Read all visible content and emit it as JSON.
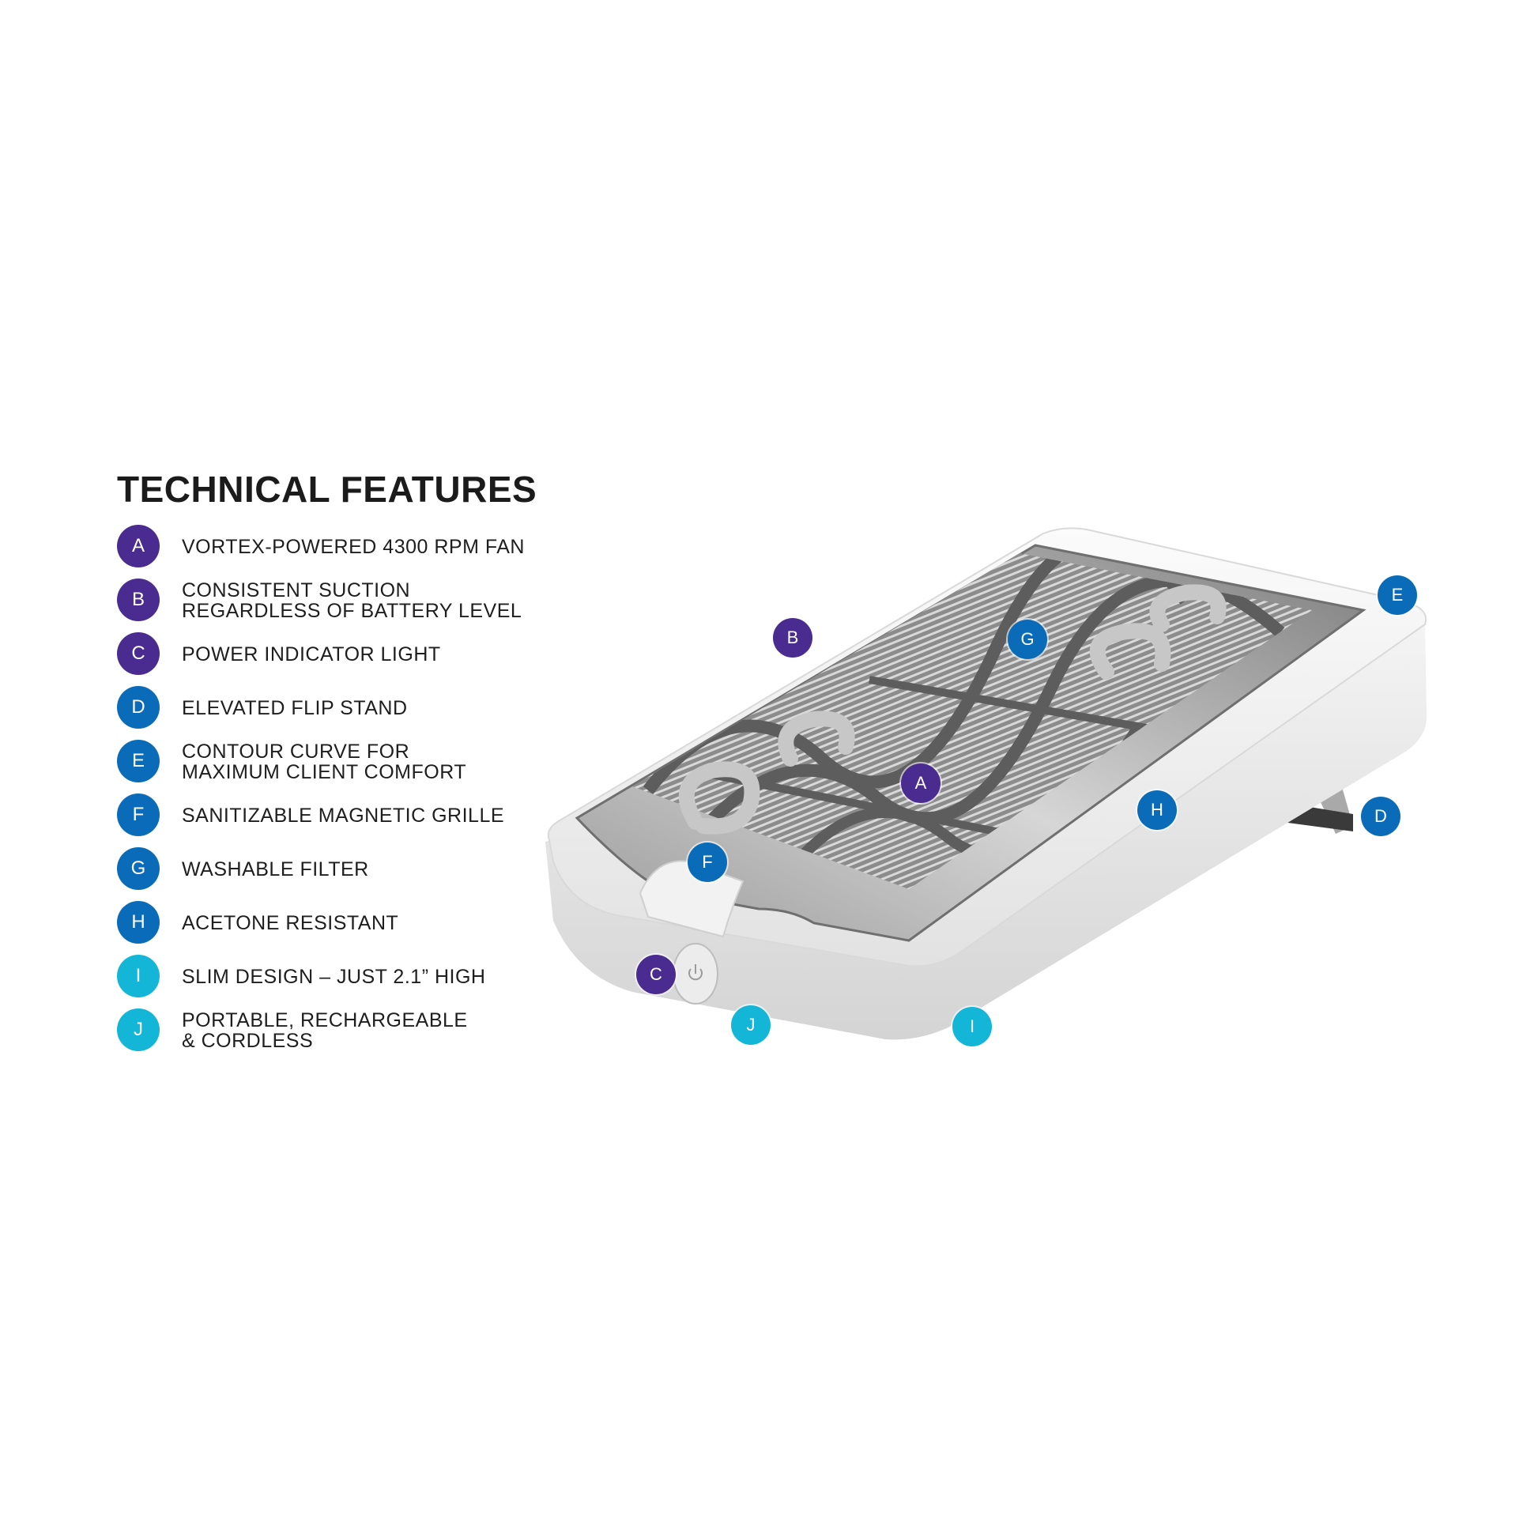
{
  "title": "TECHNICAL FEATURES",
  "colors": {
    "purple": "#4a2b8f",
    "blue": "#0a6cb8",
    "cyan": "#14b6d8"
  },
  "features": [
    {
      "letter": "A",
      "text": "VORTEX-POWERED 4300 RPM FAN",
      "color": "purple"
    },
    {
      "letter": "B",
      "text": "CONSISTENT SUCTION\nREGARDLESS OF BATTERY LEVEL",
      "color": "purple"
    },
    {
      "letter": "C",
      "text": "POWER INDICATOR LIGHT",
      "color": "purple"
    },
    {
      "letter": "D",
      "text": "ELEVATED FLIP STAND",
      "color": "blue"
    },
    {
      "letter": "E",
      "text": "CONTOUR CURVE FOR\nMAXIMUM CLIENT COMFORT",
      "color": "blue"
    },
    {
      "letter": "F",
      "text": "SANITIZABLE MAGNETIC GRILLE",
      "color": "blue"
    },
    {
      "letter": "G",
      "text": "WASHABLE FILTER",
      "color": "blue"
    },
    {
      "letter": "H",
      "text": "ACETONE RESISTANT",
      "color": "blue"
    },
    {
      "letter": "I",
      "text": "SLIM DESIGN – JUST 2.1” HIGH",
      "color": "cyan"
    },
    {
      "letter": "J",
      "text": "PORTABLE, RECHARGEABLE\n& CORDLESS",
      "color": "cyan"
    }
  ],
  "callouts": {
    "a": "A",
    "b": "B",
    "c": "C",
    "d": "D",
    "e": "E",
    "f": "F",
    "g": "G",
    "h": "H",
    "i": "I",
    "j": "J"
  }
}
